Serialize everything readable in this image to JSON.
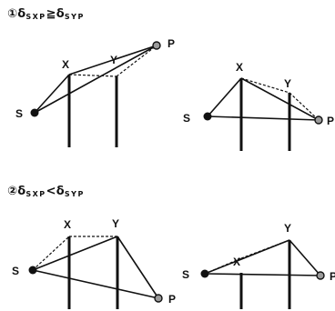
{
  "sections": [
    {
      "marker": "①",
      "delta1": "δ",
      "sub1": "SXP",
      "relation": "≧",
      "delta2": "δ",
      "sub2": "SYP"
    },
    {
      "marker": "②",
      "delta1": "δ",
      "sub1": "SXP",
      "relation": "<",
      "delta2": "δ",
      "sub2": "SYP"
    }
  ],
  "labels": {
    "s": "S",
    "x": "X",
    "y": "Y",
    "p": "P"
  },
  "colors": {
    "line": "#111111",
    "receiver_fill": "#9a9a9a"
  }
}
